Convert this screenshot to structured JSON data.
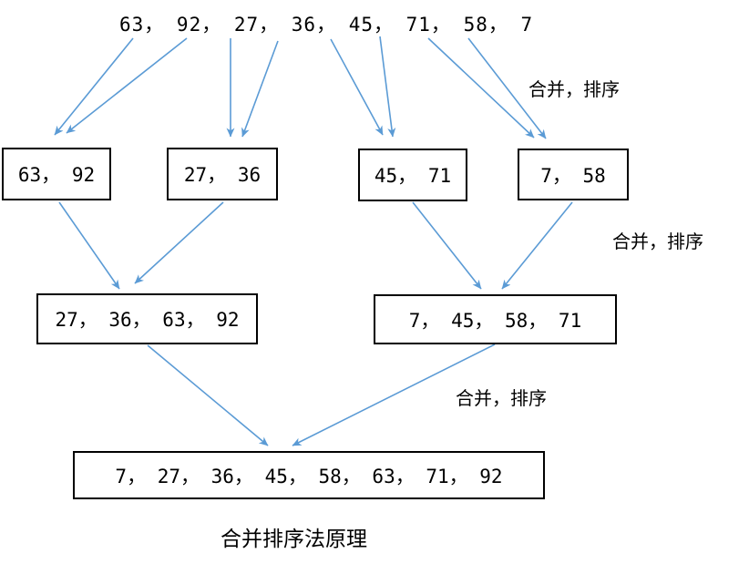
{
  "diagram": {
    "source_sequence": "63， 92， 27， 36， 45， 71， 58， 7",
    "step_label": "合并，排序",
    "level1_boxes": [
      "63， 92",
      "27， 36",
      "45， 71",
      "7， 58"
    ],
    "level2_boxes": [
      "27， 36， 63， 92",
      "7， 45， 58， 71"
    ],
    "level3_box": "7， 27， 36， 45， 58， 63， 71， 92",
    "caption": "合并排序法原理"
  },
  "colors": {
    "arrow": "#5B9BD5",
    "box_border": "#000000",
    "text": "#000000",
    "background": "#FFFFFF"
  }
}
